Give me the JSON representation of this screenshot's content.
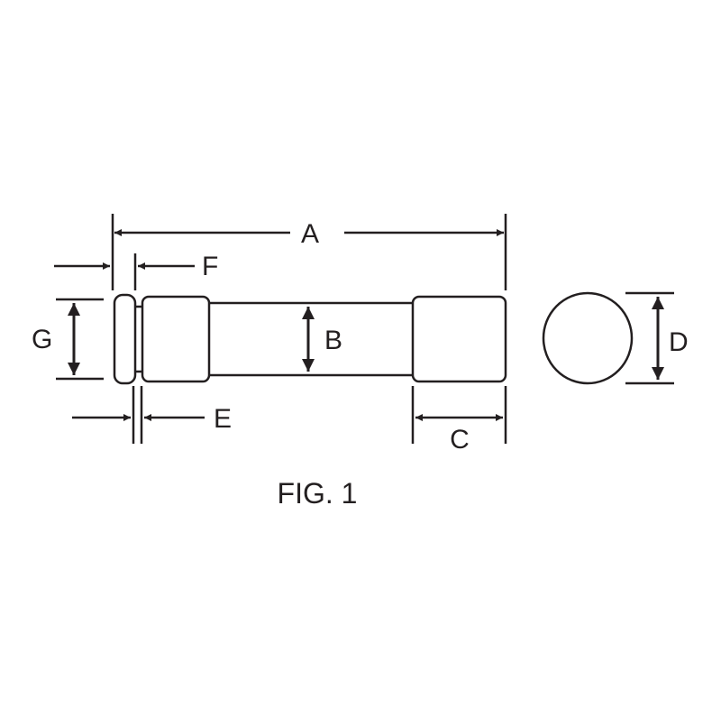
{
  "figure": {
    "caption": "FIG. 1",
    "labels": {
      "A": "A",
      "B": "B",
      "C": "C",
      "D": "D",
      "E": "E",
      "F": "F",
      "G": "G"
    }
  },
  "colors": {
    "line": "#231f20",
    "background": "#ffffff"
  }
}
